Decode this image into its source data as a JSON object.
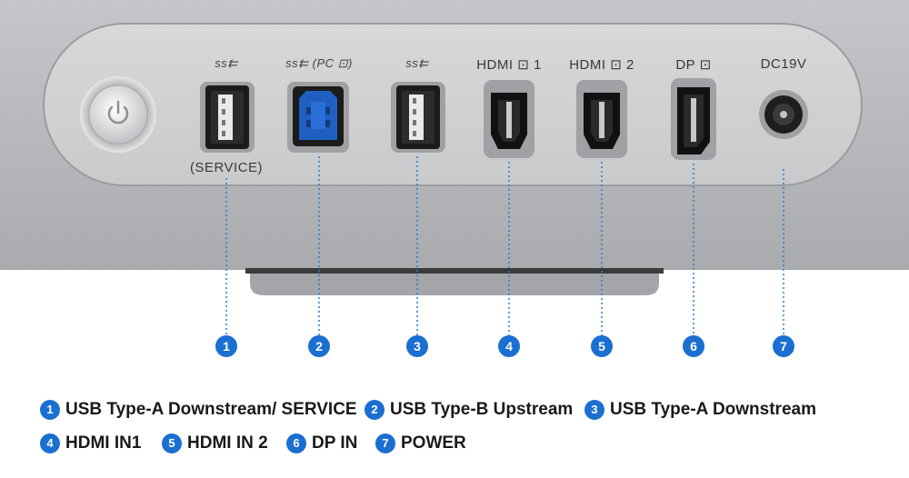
{
  "ports": [
    {
      "number": "1",
      "label": "ss⇇",
      "sub_label": "(SERVICE)",
      "icon": "usb-type-a-port",
      "color": "#2f2f2f"
    },
    {
      "number": "2",
      "label": "ss⇇ (PC ⊡)",
      "icon": "usb-type-b-port",
      "color": "#1f5fc2"
    },
    {
      "number": "3",
      "label": "ss⇇",
      "icon": "usb-type-a-port",
      "color": "#2f2f2f"
    },
    {
      "number": "4",
      "label": "HDMI ⊡ 1",
      "icon": "hdmi-port",
      "color": "#111111"
    },
    {
      "number": "5",
      "label": "HDMI ⊡ 2",
      "icon": "hdmi-port",
      "color": "#111111"
    },
    {
      "number": "6",
      "label": "DP ⊡",
      "icon": "displayport-port",
      "color": "#111111"
    },
    {
      "number": "7",
      "label": "DC19V",
      "icon": "dc-power-jack",
      "color": "#111111"
    }
  ],
  "legend": [
    {
      "number": "1",
      "text": "USB Type-A Downstream/ SERVICE"
    },
    {
      "number": "2",
      "text": "USB Type-B Upstream"
    },
    {
      "number": "3",
      "text": "USB Type-A Downstream"
    },
    {
      "number": "4",
      "text": "HDMI IN1"
    },
    {
      "number": "5",
      "text": "HDMI IN 2"
    },
    {
      "number": "6",
      "text": "DP IN"
    },
    {
      "number": "7",
      "text": "POWER"
    }
  ],
  "power_button_icon": "power-icon",
  "colors": {
    "accent": "#1a6fd0",
    "panel": "#b7b9bc",
    "inset": "#cfd1d3"
  }
}
